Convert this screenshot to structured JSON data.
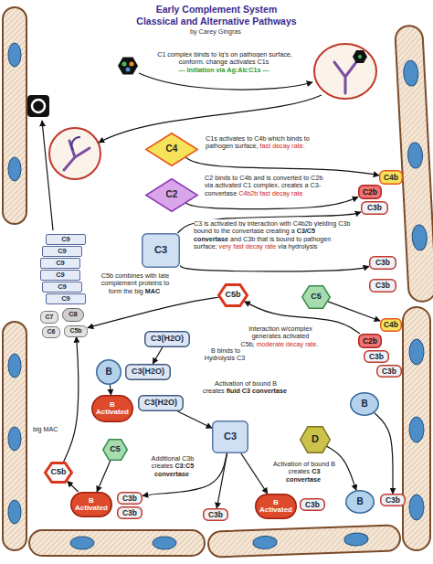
{
  "diagram": {
    "title": "Early Complement System Classical and Alternative Pathways",
    "nodes": [
      {
        "text": [
          "C4"
        ]
      },
      {
        "text": [
          "C2"
        ]
      },
      {
        "text": [
          "C3"
        ]
      },
      {
        "text": [
          "C4b"
        ]
      },
      {
        "text": [
          "C2b"
        ]
      },
      {
        "text": [
          "C3b"
        ]
      },
      {
        "text": [
          "C3b"
        ]
      },
      {
        "text": [
          "C3b"
        ]
      },
      {
        "text": [
          "C9"
        ]
      },
      {
        "text": [
          "C9"
        ]
      },
      {
        "text": [
          "C9"
        ]
      },
      {
        "text": [
          "C9"
        ]
      },
      {
        "text": [
          "C9"
        ]
      },
      {
        "text": [
          "C9"
        ]
      },
      {
        "text": [
          "C5b"
        ]
      },
      {
        "text": [
          "C5"
        ]
      },
      {
        "text": [
          "C8"
        ]
      },
      {
        "text": [
          "C7"
        ]
      },
      {
        "text": [
          "C6"
        ]
      },
      {
        "text": [
          "C5b"
        ]
      },
      {
        "text": [
          "C4b"
        ]
      },
      {
        "text": [
          "C2b"
        ]
      },
      {
        "text": [
          "C3b"
        ]
      },
      {
        "text": [
          "C3b"
        ]
      },
      {
        "text": [
          "C3(H2O)"
        ]
      },
      {
        "text": [
          "B"
        ]
      },
      {
        "text": [
          "C3(H2O)"
        ]
      },
      {
        "text": [
          "B",
          "Activated"
        ]
      },
      {
        "text": [
          "C3(H2O)"
        ]
      },
      {
        "text": [
          "B"
        ]
      },
      {
        "text": [
          "C5"
        ]
      },
      {
        "text": [
          "C3"
        ]
      },
      {
        "text": [
          "D"
        ]
      },
      {
        "text": [
          "C5b"
        ]
      },
      {
        "text": [
          "B",
          "Activated"
        ]
      },
      {
        "text": [
          "C3b"
        ]
      },
      {
        "text": [
          "C3b"
        ]
      },
      {
        "text": [
          "C3b"
        ]
      },
      {
        "text": [
          "B",
          "Activated"
        ]
      },
      {
        "text": [
          "C3b"
        ]
      },
      {
        "text": [
          "B"
        ]
      },
      {
        "text": [
          "C3b"
        ]
      }
    ],
    "edges": [
      {
        "from": 0,
        "to": 3,
        "arrow": "to"
      },
      {
        "from": 1,
        "to": 4,
        "arrow": "to"
      },
      {
        "from": 2,
        "to": 5,
        "arrow": "to"
      },
      {
        "from": 2,
        "to": 6,
        "arrow": "to"
      },
      {
        "from": 15,
        "to": 20,
        "arrow": "to"
      },
      {
        "from": 21,
        "to": 14,
        "arrow": "to"
      },
      {
        "from": 14,
        "to": 19,
        "arrow": "to"
      },
      {
        "from": 24,
        "to": 26,
        "arrow": "to"
      },
      {
        "from": 25,
        "to": 27,
        "arrow": "to"
      },
      {
        "from": 28,
        "to": 31,
        "arrow": "to"
      },
      {
        "from": 31,
        "to": 37,
        "arrow": "to"
      },
      {
        "from": 31,
        "to": 35,
        "arrow": "to"
      },
      {
        "from": 31,
        "to": 38,
        "arrow": "to"
      },
      {
        "from": 32,
        "to": 40,
        "arrow": "to"
      },
      {
        "from": 29,
        "to": 41,
        "arrow": "to"
      },
      {
        "from": 30,
        "to": 34,
        "arrow": "to"
      },
      {
        "from": 34,
        "to": 33,
        "arrow": "to"
      },
      {
        "from": 33,
        "to": 19,
        "arrow": "to"
      }
    ],
    "labels": [
      "by Carey Gingras",
      "C1 complex binds to Ig's on pathogen surface, conform. change activates C1s",
      "--- Initiation via Ag:Ab:C1s ---",
      "C1s activates to C4b which binds to pathogen surface,",
      "fast decay rate.",
      "C2 binds to C4b and is converted to C2b via activated C1 complex, creates a C3-convertase",
      "C4b2b fast decay rate",
      "C3 is activated by interaction with C4b2b yielding C3b bound to the convertase creating a",
      "C3/C5 convertase",
      "and C3b that is bound to pathogen surface;",
      "very fast decay rate",
      "via hydrolysis",
      "C5b combines with late complement proteins to form the big",
      "MAC",
      "Interaction w/complex generates activated C5b,",
      "moderate decay rate.",
      "B binds to Hydrolysis C3",
      "Activation of bound B creates",
      "fluid C3 convertase",
      "Additional C3b creates",
      "C3:C5 convertase",
      "Activation of bound B creates",
      "C3 convertase",
      "big MAC"
    ]
  }
}
